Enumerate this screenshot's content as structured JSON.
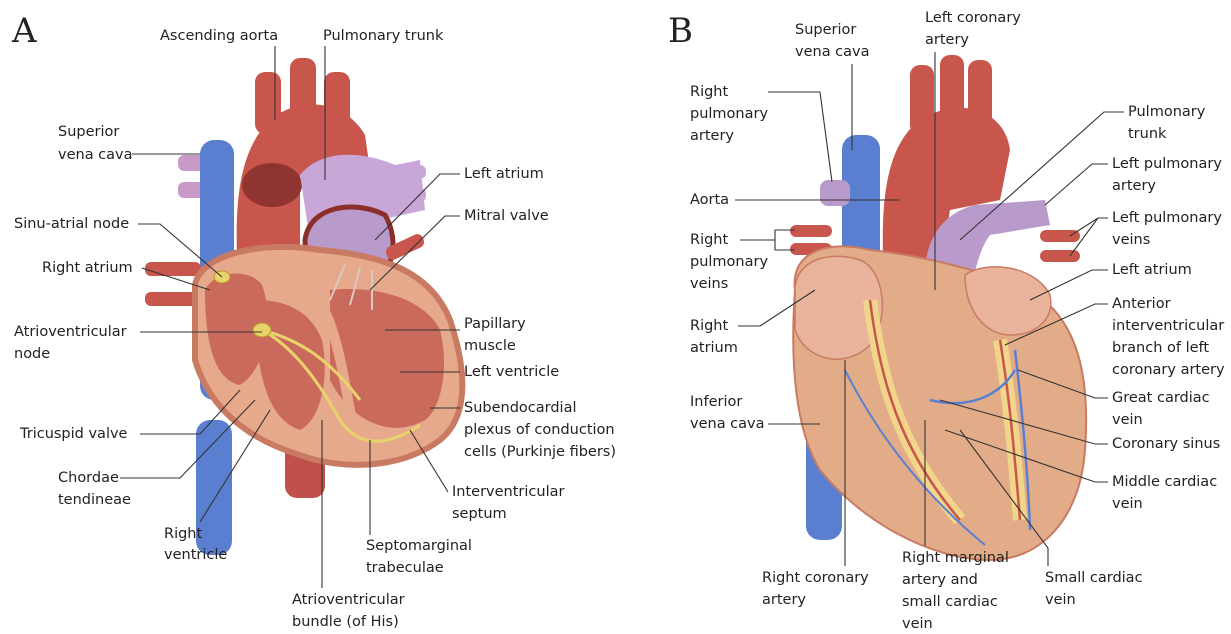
{
  "panels": {
    "a": {
      "letter": "A",
      "labels": {
        "ascending_aorta": "Ascending aorta",
        "pulmonary_trunk": "Pulmonary trunk",
        "svc_1": "Superior",
        "svc_2": "vena cava",
        "sinoatrial": "Sinu-atrial node",
        "right_atrium": "Right atrium",
        "av_node_1": "Atrioventricular",
        "av_node_2": "node",
        "tricuspid": "Tricuspid valve",
        "chordae_1": "Chordae",
        "chordae_2": "tendineae",
        "rv_1": "Right",
        "rv_2": "ventricle",
        "left_atrium": "Left atrium",
        "mitral": "Mitral valve",
        "papillary_1": "Papillary",
        "papillary_2": "muscle",
        "left_ventricle": "Left ventricle",
        "subendo_1": "Subendocardial",
        "subendo_2": "plexus of conduction",
        "subendo_3": "cells (Purkinje fibers)",
        "ivs_1": "Interventricular",
        "ivs_2": "septum",
        "septomarg_1": "Septomarginal",
        "septomarg_2": "trabeculae",
        "bundle_1": "Atrioventricular",
        "bundle_2": "bundle (of His)"
      }
    },
    "b": {
      "letter": "B",
      "labels": {
        "svc_1": "Superior",
        "svc_2": "vena cava",
        "lca_1": "Left coronary",
        "lca_2": "artery",
        "rpa_1": "Right",
        "rpa_2": "pulmonary",
        "rpa_3": "artery",
        "aorta": "Aorta",
        "rpv_1": "Right",
        "rpv_2": "pulmonary",
        "rpv_3": "veins",
        "ra_1": "Right",
        "ra_2": "atrium",
        "ivc_1": "Inferior",
        "ivc_2": "vena cava",
        "pt_1": "Pulmonary",
        "pt_2": "trunk",
        "lpa_1": "Left pulmonary",
        "lpa_2": "artery",
        "lpv_1": "Left pulmonary",
        "lpv_2": "veins",
        "la": "Left atrium",
        "aiv_1": "Anterior",
        "aiv_2": "interventricular",
        "aiv_3": "branch of left",
        "aiv_4": "coronary artery",
        "gcv_1": "Great cardiac",
        "gcv_2": "vein",
        "cs": "Coronary sinus",
        "mcv_1": "Middle cardiac",
        "mcv_2": "vein",
        "rca_1": "Right coronary",
        "rca_2": "artery",
        "rma_1": "Right marginal",
        "rma_2": "artery and",
        "rma_3": "small cardiac",
        "rma_4": "vein",
        "scv_1": "Small cardiac",
        "scv_2": "vein"
      }
    }
  },
  "colors": {
    "artery": "#c9564c",
    "artery_light": "#e08a7a",
    "vein": "#5b7fd0",
    "pulmonary": "#b89acb",
    "myocardium": "#e6a98c",
    "myocardium_dark": "#c97a63",
    "conduction": "#e8d26a",
    "fat": "#f0d58a"
  }
}
